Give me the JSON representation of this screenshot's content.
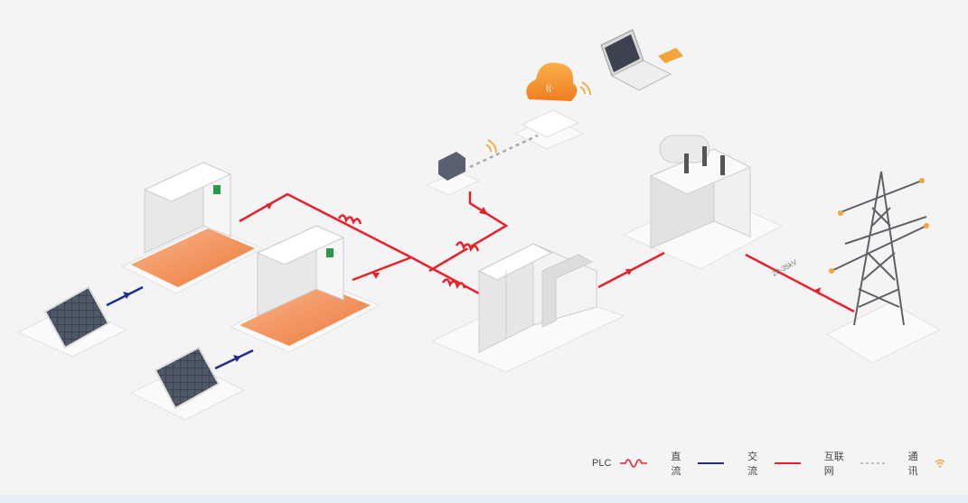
{
  "diagram": {
    "voltage_label": "20-35kV",
    "nodes": [
      "solar-panel-1",
      "solar-panel-2",
      "inverter-1",
      "inverter-2",
      "data-logger",
      "router",
      "cloud",
      "laptop",
      "switchgear-cabinet",
      "transformer",
      "transmission-tower"
    ]
  },
  "legend": {
    "plc": "PLC",
    "dc": "直流",
    "ac": "交流",
    "internet": "互联网",
    "comm": "通讯"
  },
  "colors": {
    "ac": "#e8202a",
    "dc": "#1e2d8c",
    "internet": "#aaaaaa",
    "comm": "#f3a43a",
    "pad": "#f08a4b"
  }
}
